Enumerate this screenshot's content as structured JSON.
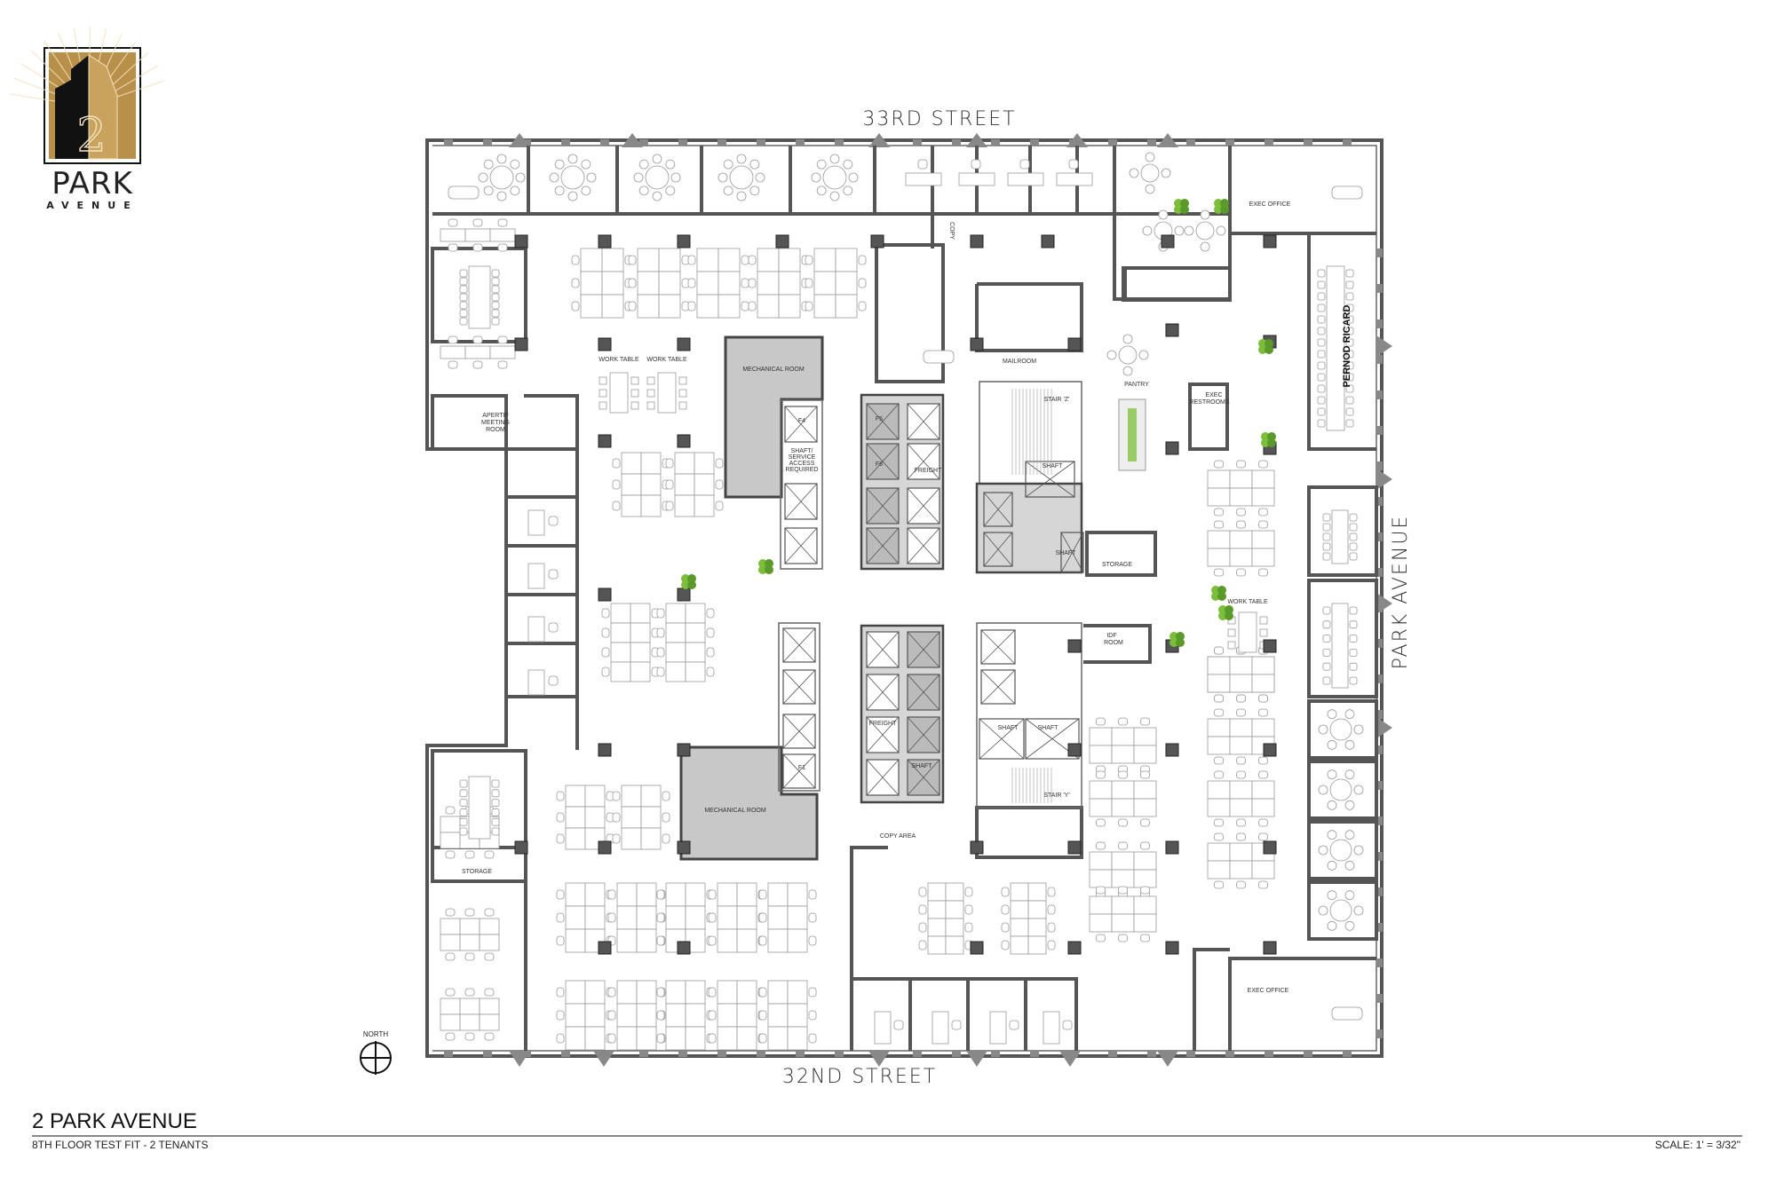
{
  "logo": {
    "numeral": "2",
    "word": "PARK",
    "subword": "AVENUE",
    "colors": {
      "gold": "#b8904a",
      "black": "#111111"
    }
  },
  "streets": {
    "north": "33RD STREET",
    "south": "32ND STREET",
    "east": "PARK AVENUE"
  },
  "north_arrow": {
    "label": "NORTH"
  },
  "rooms": {
    "work_table_1": "WORK TABLE",
    "work_table_2": "WORK TABLE",
    "work_table_3": "WORK TABLE",
    "mech_upper": "MECHANICAL ROOM",
    "mech_lower": "MECHANICAL ROOM",
    "apertif": [
      "APERTIF",
      "MEETING",
      "ROOM"
    ],
    "shaft_service": [
      "SHAFT/",
      "SERVICE",
      "ACCESS",
      "REQUIRED"
    ],
    "mailroom": "MAILROOM",
    "stair_z": "STAIR 'Z'",
    "stair_y": "STAIR 'Y'",
    "pantry": "PANTRY",
    "exec_restrooms": [
      "EXEC",
      "RESTROOMS"
    ],
    "exec_office_top": "EXEC OFFICE",
    "exec_office_bottom": "EXEC OFFICE",
    "pernod": "PERNOD RICARD",
    "storage_right": "STORAGE",
    "storage_left": "STORAGE",
    "idf": [
      "IDF",
      "ROOM"
    ],
    "freight_upper": "FREIGHT",
    "freight_lower": "FREIGHT",
    "copy_area": "COPY AREA",
    "copy": "COPY",
    "shaft": "SHAFT",
    "elevators": [
      "F5",
      "F6",
      "F4",
      "F1"
    ]
  },
  "footer": {
    "title": "2 PARK AVENUE",
    "subtitle": "8TH FLOOR TEST FIT - 2 TENANTS",
    "scale": "SCALE: 1' = 3/32\""
  }
}
